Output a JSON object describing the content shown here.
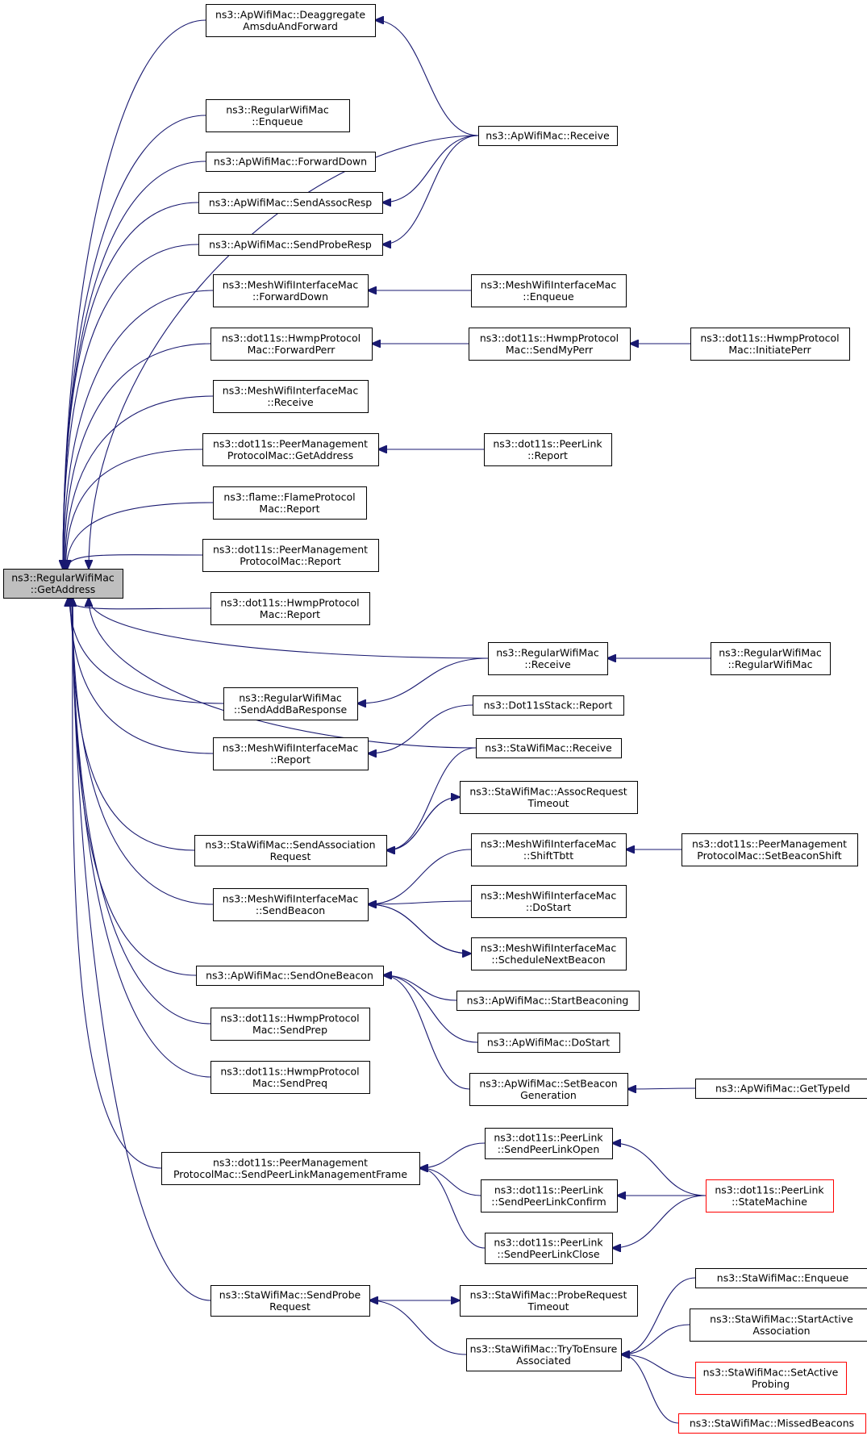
{
  "nodes": {
    "getAddress": {
      "lines": [
        "ns3::RegularWifiMac",
        "::GetAddress"
      ],
      "root": true
    },
    "apDeaggregate": {
      "lines": [
        "ns3::ApWifiMac::Deaggregate",
        "AmsduAndForward"
      ]
    },
    "rwmEnqueue": {
      "lines": [
        "ns3::RegularWifiMac",
        "::Enqueue"
      ]
    },
    "apForwardDown": {
      "lines": [
        "ns3::ApWifiMac::ForwardDown"
      ]
    },
    "apSendAssocResp": {
      "lines": [
        "ns3::ApWifiMac::SendAssocResp"
      ]
    },
    "apSendProbeResp": {
      "lines": [
        "ns3::ApWifiMac::SendProbeResp"
      ]
    },
    "meshForwardDown": {
      "lines": [
        "ns3::MeshWifiInterfaceMac",
        "::ForwardDown"
      ]
    },
    "hwmpForwardPerr": {
      "lines": [
        "ns3::dot11s::HwmpProtocol",
        "Mac::ForwardPerr"
      ]
    },
    "meshReceive": {
      "lines": [
        "ns3::MeshWifiInterfaceMac",
        "::Receive"
      ]
    },
    "pmpGetAddress": {
      "lines": [
        "ns3::dot11s::PeerManagement",
        "ProtocolMac::GetAddress"
      ]
    },
    "flameReport": {
      "lines": [
        "ns3::flame::FlameProtocol",
        "Mac::Report"
      ]
    },
    "pmpReport": {
      "lines": [
        "ns3::dot11s::PeerManagement",
        "ProtocolMac::Report"
      ]
    },
    "hwmpReport": {
      "lines": [
        "ns3::dot11s::HwmpProtocol",
        "Mac::Report"
      ]
    },
    "rwmSendAddBa": {
      "lines": [
        "ns3::RegularWifiMac",
        "::SendAddBaResponse"
      ]
    },
    "meshReport": {
      "lines": [
        "ns3::MeshWifiInterfaceMac",
        "::Report"
      ]
    },
    "staSendAssoc": {
      "lines": [
        "ns3::StaWifiMac::SendAssociation",
        "Request"
      ]
    },
    "meshSendBeacon": {
      "lines": [
        "ns3::MeshWifiInterfaceMac",
        "::SendBeacon"
      ]
    },
    "apSendOneBeacon": {
      "lines": [
        "ns3::ApWifiMac::SendOneBeacon"
      ]
    },
    "hwmpSendPrep": {
      "lines": [
        "ns3::dot11s::HwmpProtocol",
        "Mac::SendPrep"
      ]
    },
    "hwmpSendPreq": {
      "lines": [
        "ns3::dot11s::HwmpProtocol",
        "Mac::SendPreq"
      ]
    },
    "pmpSendPeerLink": {
      "lines": [
        "ns3::dot11s::PeerManagement",
        "ProtocolMac::SendPeerLinkManagementFrame"
      ]
    },
    "staSendProbe": {
      "lines": [
        "ns3::StaWifiMac::SendProbe",
        "Request"
      ]
    },
    "apReceive": {
      "lines": [
        "ns3::ApWifiMac::Receive"
      ]
    },
    "meshEnqueue": {
      "lines": [
        "ns3::MeshWifiInterfaceMac",
        "::Enqueue"
      ]
    },
    "hwmpSendMyPerr": {
      "lines": [
        "ns3::dot11s::HwmpProtocol",
        "Mac::SendMyPerr"
      ]
    },
    "hwmpInitiatePerr": {
      "lines": [
        "ns3::dot11s::HwmpProtocol",
        "Mac::InitiatePerr"
      ]
    },
    "peerLinkReport": {
      "lines": [
        "ns3::dot11s::PeerLink",
        "::Report"
      ]
    },
    "rwmReceive": {
      "lines": [
        "ns3::RegularWifiMac",
        "::Receive"
      ]
    },
    "rwmCtor": {
      "lines": [
        "ns3::RegularWifiMac",
        "::RegularWifiMac"
      ]
    },
    "dot11sStackReport": {
      "lines": [
        "ns3::Dot11sStack::Report"
      ]
    },
    "staReceive": {
      "lines": [
        "ns3::StaWifiMac::Receive"
      ]
    },
    "staAssocTimeout": {
      "lines": [
        "ns3::StaWifiMac::AssocRequest",
        "Timeout"
      ]
    },
    "meshShiftTbtt": {
      "lines": [
        "ns3::MeshWifiInterfaceMac",
        "::ShiftTbtt"
      ]
    },
    "pmpSetBeaconShift": {
      "lines": [
        "ns3::dot11s::PeerManagement",
        "ProtocolMac::SetBeaconShift"
      ]
    },
    "meshDoStart": {
      "lines": [
        "ns3::MeshWifiInterfaceMac",
        "::DoStart"
      ]
    },
    "meshScheduleNext": {
      "lines": [
        "ns3::MeshWifiInterfaceMac",
        "::ScheduleNextBeacon"
      ]
    },
    "apStartBeaconing": {
      "lines": [
        "ns3::ApWifiMac::StartBeaconing"
      ]
    },
    "apDoStart": {
      "lines": [
        "ns3::ApWifiMac::DoStart"
      ]
    },
    "apSetBeaconGen": {
      "lines": [
        "ns3::ApWifiMac::SetBeacon",
        "Generation"
      ]
    },
    "apGetTypeId": {
      "lines": [
        "ns3::ApWifiMac::GetTypeId"
      ]
    },
    "plSendOpen": {
      "lines": [
        "ns3::dot11s::PeerLink",
        "::SendPeerLinkOpen"
      ]
    },
    "plSendConfirm": {
      "lines": [
        "ns3::dot11s::PeerLink",
        "::SendPeerLinkConfirm"
      ]
    },
    "plSendClose": {
      "lines": [
        "ns3::dot11s::PeerLink",
        "::SendPeerLinkClose"
      ]
    },
    "plStateMachine": {
      "lines": [
        "ns3::dot11s::PeerLink",
        "::StateMachine"
      ],
      "truncated": true
    },
    "staProbeTimeout": {
      "lines": [
        "ns3::StaWifiMac::ProbeRequest",
        "Timeout"
      ]
    },
    "staTryToEnsure": {
      "lines": [
        "ns3::StaWifiMac::TryToEnsure",
        "Associated"
      ]
    },
    "staEnqueue": {
      "lines": [
        "ns3::StaWifiMac::Enqueue"
      ]
    },
    "staStartActive": {
      "lines": [
        "ns3::StaWifiMac::StartActive",
        "Association"
      ]
    },
    "staSetActiveProbing": {
      "lines": [
        "ns3::StaWifiMac::SetActive",
        "Probing"
      ],
      "truncated": true
    },
    "staMissedBeacons": {
      "lines": [
        "ns3::StaWifiMac::MissedBeacons"
      ],
      "truncated": true
    }
  },
  "edges": [
    [
      "apDeaggregate",
      "getAddress"
    ],
    [
      "apReceive",
      "getAddress"
    ],
    [
      "rwmEnqueue",
      "getAddress"
    ],
    [
      "apForwardDown",
      "getAddress"
    ],
    [
      "apSendAssocResp",
      "getAddress"
    ],
    [
      "apSendProbeResp",
      "getAddress"
    ],
    [
      "meshForwardDown",
      "getAddress"
    ],
    [
      "hwmpForwardPerr",
      "getAddress"
    ],
    [
      "meshReceive",
      "getAddress"
    ],
    [
      "pmpGetAddress",
      "getAddress"
    ],
    [
      "flameReport",
      "getAddress"
    ],
    [
      "pmpReport",
      "getAddress"
    ],
    [
      "hwmpReport",
      "getAddress"
    ],
    [
      "rwmReceive",
      "getAddress"
    ],
    [
      "rwmSendAddBa",
      "getAddress"
    ],
    [
      "meshReport",
      "getAddress"
    ],
    [
      "staReceive",
      "getAddress"
    ],
    [
      "staSendAssoc",
      "getAddress"
    ],
    [
      "meshSendBeacon",
      "getAddress"
    ],
    [
      "apSendOneBeacon",
      "getAddress"
    ],
    [
      "hwmpSendPrep",
      "getAddress"
    ],
    [
      "hwmpSendPreq",
      "getAddress"
    ],
    [
      "pmpSendPeerLink",
      "getAddress"
    ],
    [
      "staSendProbe",
      "getAddress"
    ],
    [
      "apReceive",
      "apDeaggregate"
    ],
    [
      "apReceive",
      "apSendAssocResp"
    ],
    [
      "apReceive",
      "apSendProbeResp"
    ],
    [
      "meshEnqueue",
      "meshForwardDown"
    ],
    [
      "hwmpSendMyPerr",
      "hwmpForwardPerr"
    ],
    [
      "hwmpInitiatePerr",
      "hwmpSendMyPerr"
    ],
    [
      "peerLinkReport",
      "pmpGetAddress"
    ],
    [
      "rwmCtor",
      "rwmReceive"
    ],
    [
      "rwmReceive",
      "rwmSendAddBa"
    ],
    [
      "dot11sStackReport",
      "meshReport"
    ],
    [
      "staReceive",
      "staSendAssoc"
    ],
    [
      "staAssocTimeout",
      "staSendAssoc"
    ],
    [
      "staSendAssoc",
      "staAssocTimeout"
    ],
    [
      "meshShiftTbtt",
      "meshSendBeacon"
    ],
    [
      "pmpSetBeaconShift",
      "meshShiftTbtt"
    ],
    [
      "meshDoStart",
      "meshSendBeacon"
    ],
    [
      "meshScheduleNext",
      "meshSendBeacon"
    ],
    [
      "meshSendBeacon",
      "meshScheduleNext"
    ],
    [
      "apStartBeaconing",
      "apSendOneBeacon"
    ],
    [
      "apDoStart",
      "apSendOneBeacon"
    ],
    [
      "apSetBeaconGen",
      "apSendOneBeacon"
    ],
    [
      "apGetTypeId",
      "apSetBeaconGen"
    ],
    [
      "plSendOpen",
      "pmpSendPeerLink"
    ],
    [
      "plSendConfirm",
      "pmpSendPeerLink"
    ],
    [
      "plSendClose",
      "pmpSendPeerLink"
    ],
    [
      "plStateMachine",
      "plSendOpen"
    ],
    [
      "plStateMachine",
      "plSendConfirm"
    ],
    [
      "plStateMachine",
      "plSendClose"
    ],
    [
      "staProbeTimeout",
      "staSendProbe"
    ],
    [
      "staSendProbe",
      "staProbeTimeout"
    ],
    [
      "staTryToEnsure",
      "staSendProbe"
    ],
    [
      "staEnqueue",
      "staTryToEnsure"
    ],
    [
      "staStartActive",
      "staTryToEnsure"
    ],
    [
      "staSetActiveProbing",
      "staTryToEnsure"
    ],
    [
      "staMissedBeacons",
      "staTryToEnsure"
    ]
  ],
  "colors": {
    "edge": "#191970",
    "root_fill": "#bfbfbf",
    "node_border": "#000000",
    "truncated_border": "#ff0000"
  }
}
